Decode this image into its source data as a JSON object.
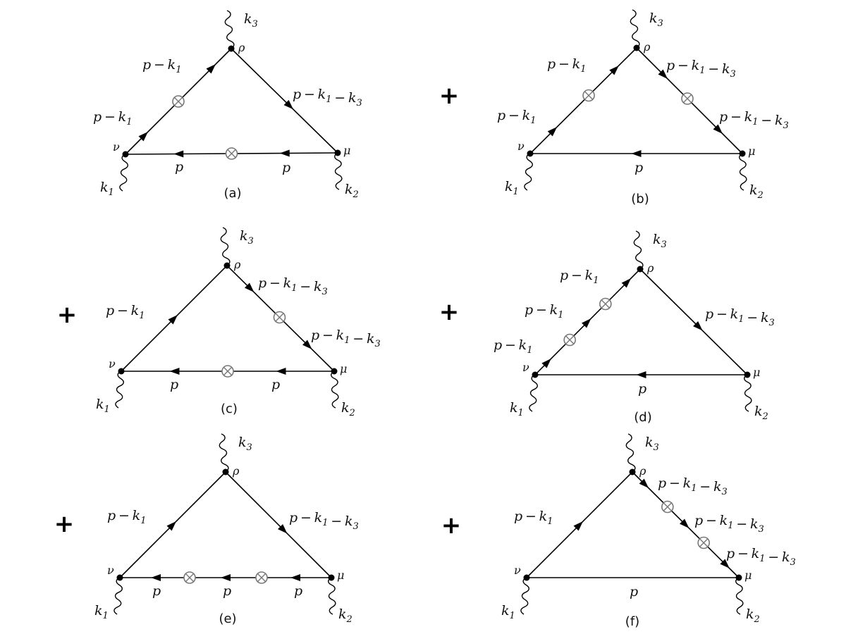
{
  "operator": "+",
  "diagrams": [
    {
      "caption": "(a)",
      "labels": {
        "v_top": "ρ",
        "v_left": "ν",
        "v_right": "μ",
        "ext_top": "k3",
        "ext_left": "k1",
        "ext_right": "k2"
      },
      "edge_labels": [
        "p − k1",
        "p − k1",
        "p − k1 − k3",
        "p",
        "p"
      ]
    },
    {
      "caption": "(b)",
      "labels": {
        "v_top": "ρ",
        "v_left": "ν",
        "v_right": "μ",
        "ext_top": "k3",
        "ext_left": "k1",
        "ext_right": "k2"
      },
      "edge_labels": [
        "p − k1",
        "p − k1",
        "p − k1 − k3",
        "p − k1 − k3",
        "p"
      ]
    },
    {
      "caption": "(c)",
      "labels": {
        "v_top": "ρ",
        "v_left": "ν",
        "v_right": "μ",
        "ext_top": "k3",
        "ext_left": "k1",
        "ext_right": "k2"
      },
      "edge_labels": [
        "p − k1",
        "p − k1 − k3",
        "p − k1 − k3",
        "p",
        "p"
      ]
    },
    {
      "caption": "(d)",
      "labels": {
        "v_top": "ρ",
        "v_left": "ν",
        "v_right": "μ",
        "ext_top": "k3",
        "ext_left": "k1",
        "ext_right": "k2"
      },
      "edge_labels": [
        "p − k1",
        "p − k1",
        "p − k1",
        "p − k1 − k3",
        "p"
      ]
    },
    {
      "caption": "(e)",
      "labels": {
        "v_top": "ρ",
        "v_left": "ν",
        "v_right": "μ",
        "ext_top": "k3",
        "ext_left": "k1",
        "ext_right": "k2"
      },
      "edge_labels": [
        "p − k1",
        "p − k1 − k3",
        "p",
        "p",
        "p"
      ]
    },
    {
      "caption": "(f)",
      "labels": {
        "v_top": "ρ",
        "v_left": "ν",
        "v_right": "μ",
        "ext_top": "k3",
        "ext_left": "k1",
        "ext_right": "k2"
      },
      "edge_labels": [
        "p − k1",
        "p − k1 − k3",
        "p − k1 − k3",
        "p − k1 − k3",
        "p"
      ]
    }
  ]
}
